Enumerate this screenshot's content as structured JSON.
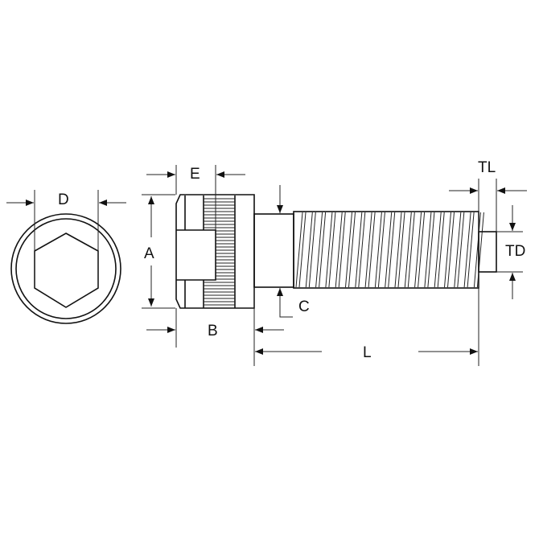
{
  "labels": {
    "D": "D",
    "E": "E",
    "A": "A",
    "B": "B",
    "C": "C",
    "L": "L",
    "TL": "TL",
    "TD": "TD"
  },
  "colors": {
    "line": "#111111",
    "background": "#ffffff"
  }
}
